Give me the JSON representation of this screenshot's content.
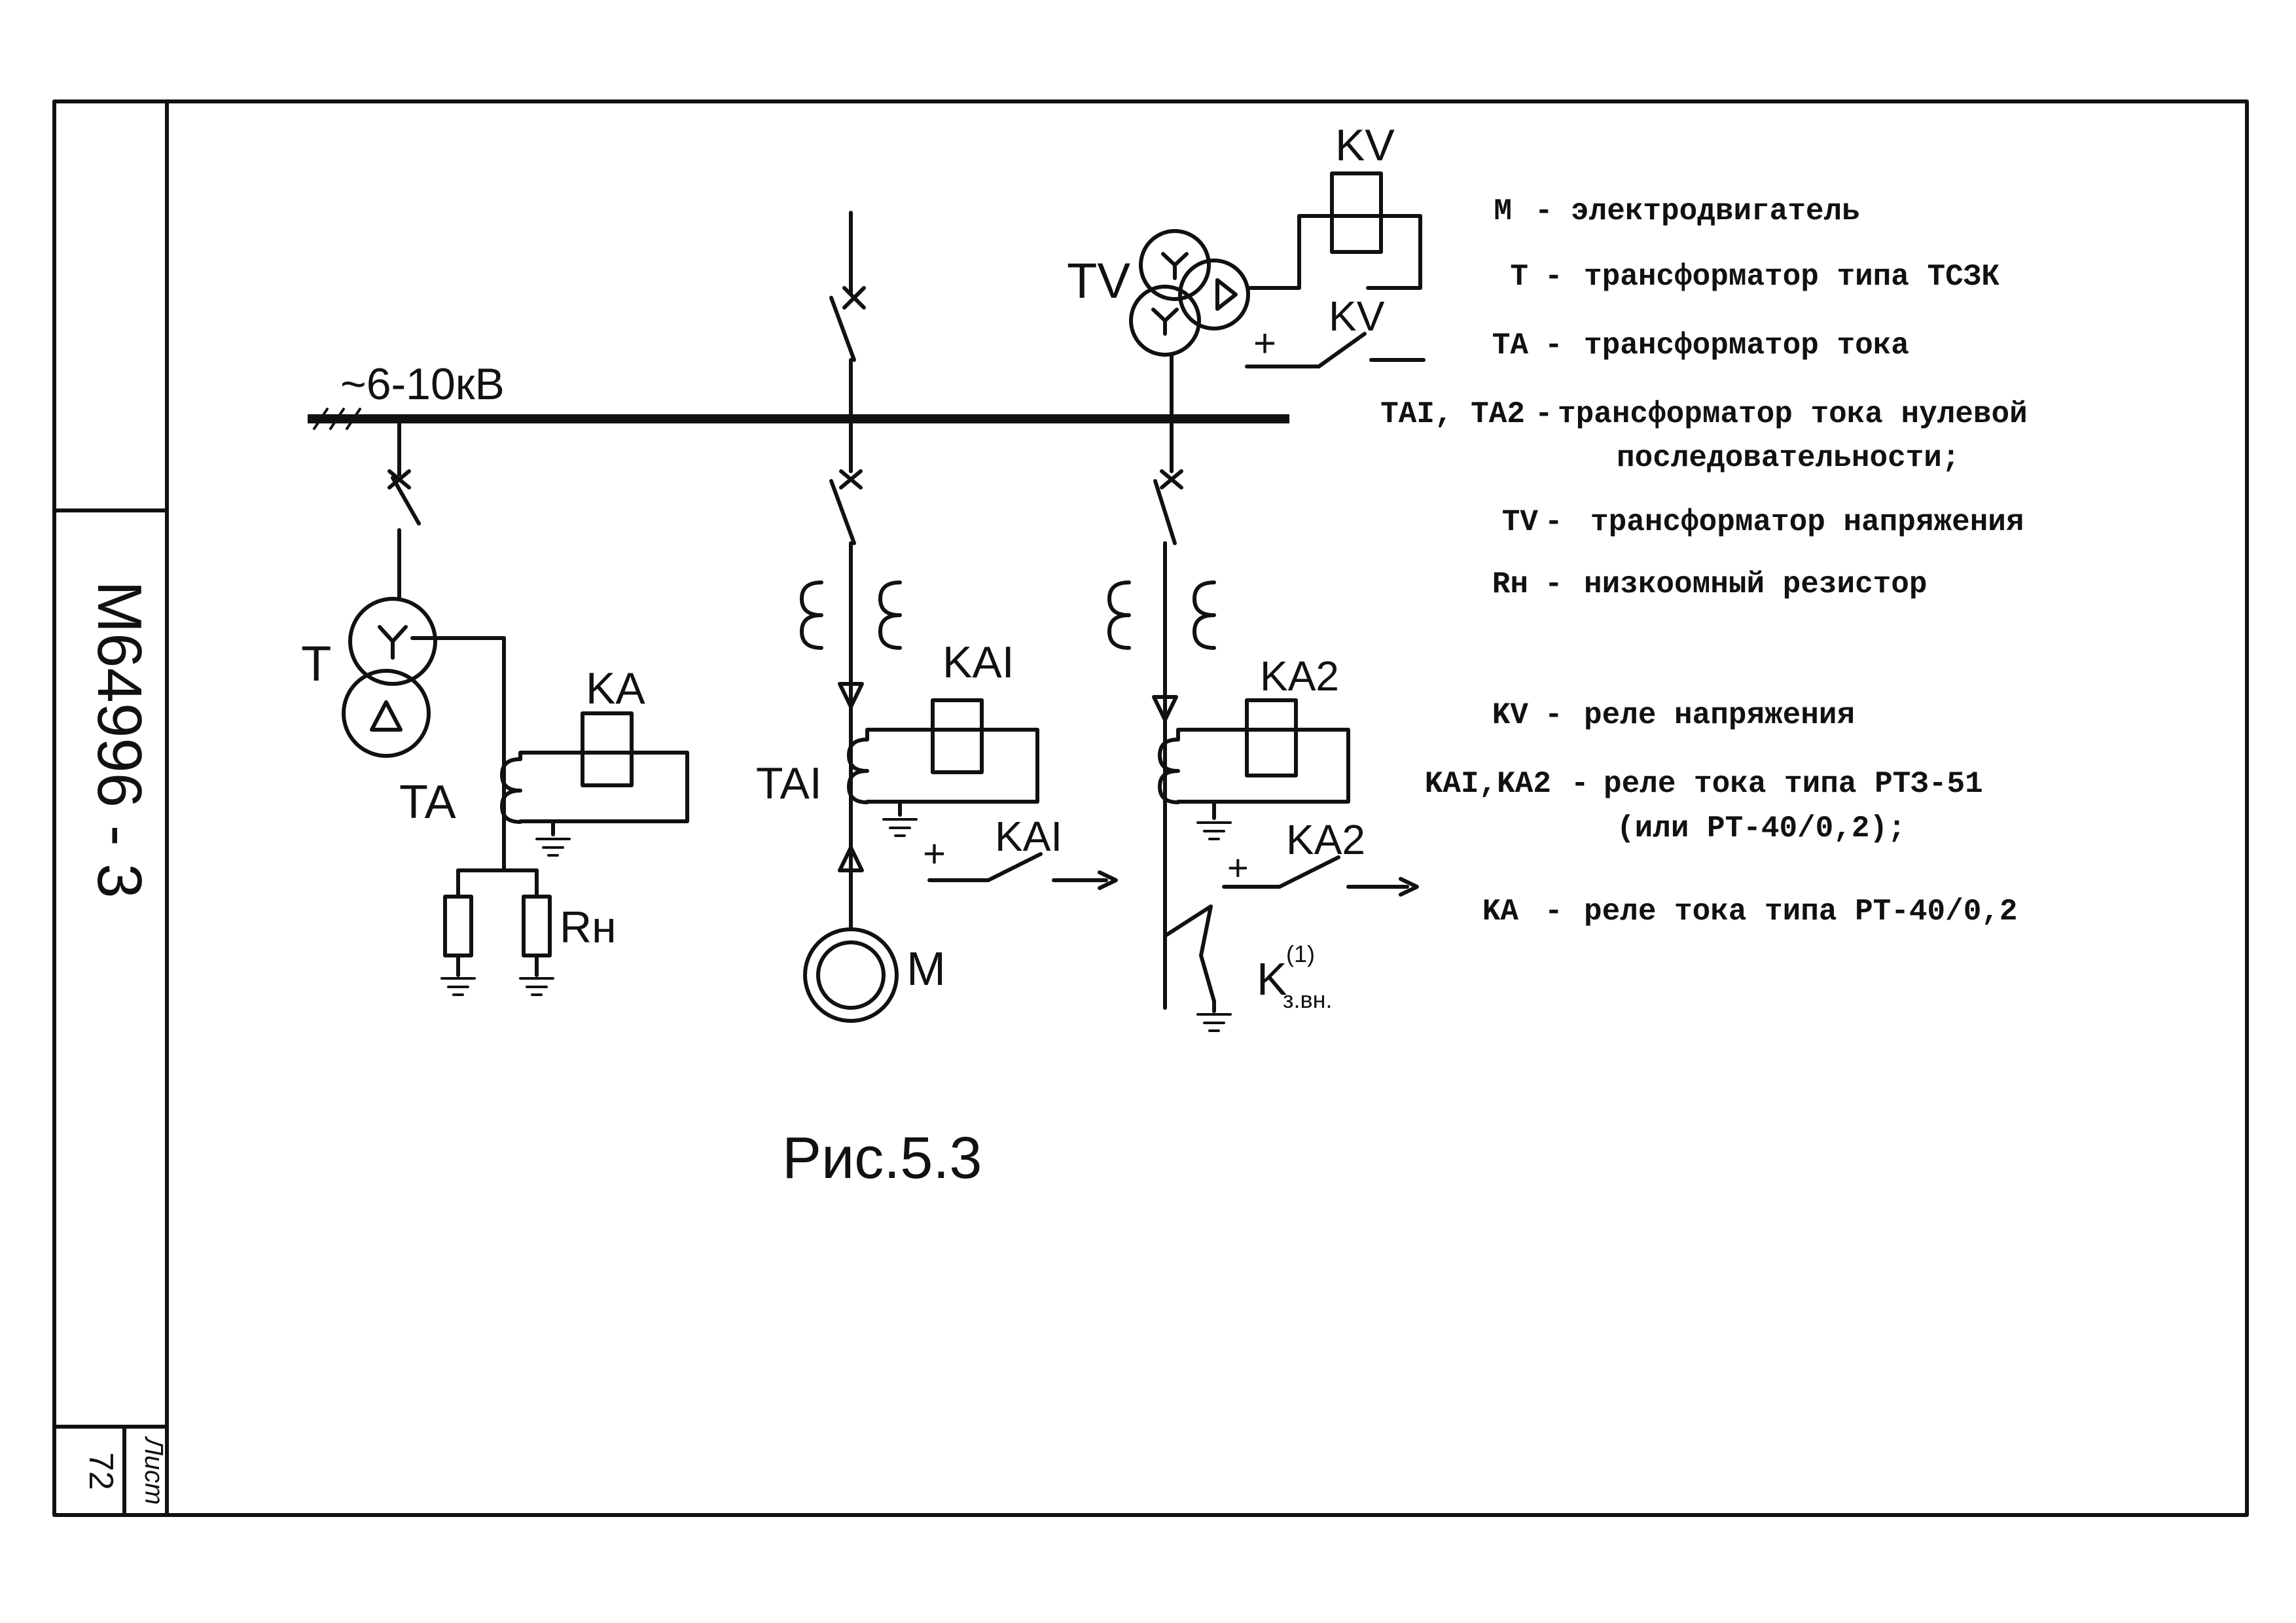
{
  "frame": {
    "doc_number": "М64996 - 3",
    "sheet_label": "Лист",
    "sheet_number": "72"
  },
  "diagram": {
    "bus_label": "~6-10кВ",
    "caption": "Рис.5.3",
    "labels": {
      "T": "T",
      "TA": "TA",
      "KA": "KA",
      "Rn": "Rн",
      "TA1": "TAI",
      "KA1_coil": "KAI",
      "KA1_contact": "KAI",
      "M": "M",
      "KA2_coil": "KA2",
      "KA2_contact": "KA2",
      "fault_K": "K",
      "fault_sup": "(1)",
      "fault_sub": "з.вн.",
      "TV": "TV",
      "KV_coil": "KV",
      "KV_contact": "KV",
      "plus": "+"
    }
  },
  "legend": [
    {
      "key": "M",
      "sep": "-",
      "text": "электродвигатель"
    },
    {
      "key": "T",
      "sep": "-",
      "text": "трансформатор типа ТСЗК"
    },
    {
      "key": "TA",
      "sep": "-",
      "text": "трансформатор тока"
    },
    {
      "key": "TAI, TA2",
      "sep": "-",
      "text": "трансформатор тока нулевой",
      "text2": "последовательности;"
    },
    {
      "key": "TV",
      "sep": "-",
      "text": "трансформатор напряжения"
    },
    {
      "key": "Rн",
      "sep": "-",
      "text": "низкоомный резистор"
    },
    {
      "key": "KV",
      "sep": "-",
      "text": "реле напряжения"
    },
    {
      "key": "KAI,KA2",
      "sep": "-",
      "text": "реле тока типа РТЗ-51",
      "text2": "(или РТ-40/0,2);"
    },
    {
      "key": "KA",
      "sep": "-",
      "text": "реле тока типа РТ-40/0,2"
    }
  ]
}
